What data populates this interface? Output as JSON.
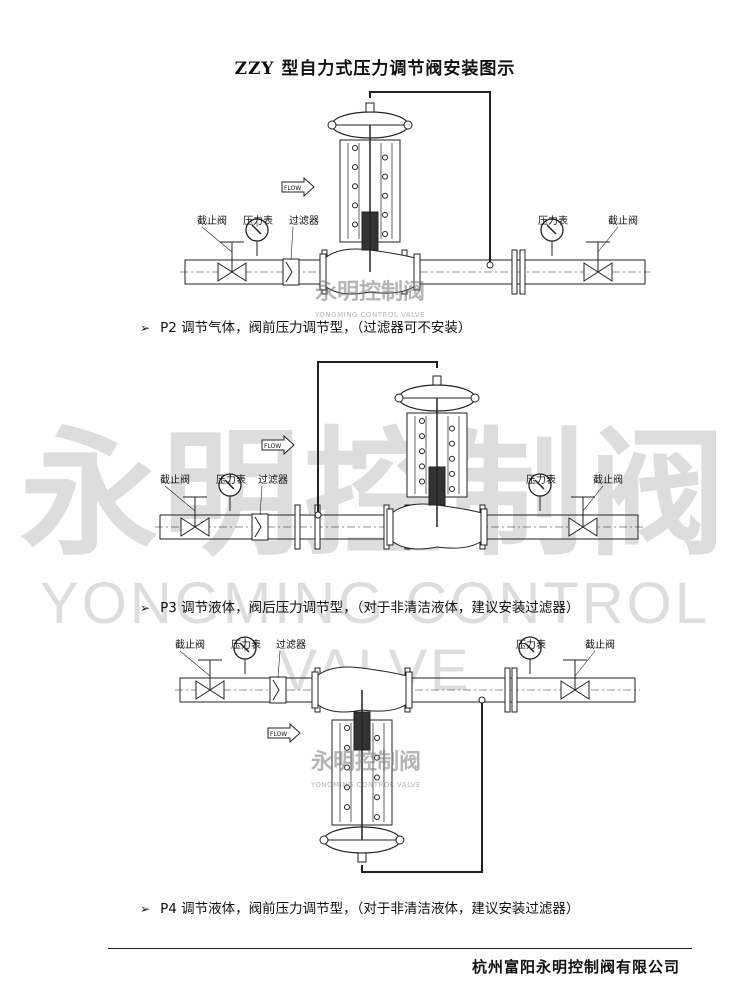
{
  "title": "ZZY 型自力式压力调节阀安装图示",
  "labels": {
    "shutoff_valve": "截止阀",
    "pressure_gauge": "压力表",
    "filter": "过滤器",
    "flow": "FLOW"
  },
  "captions": [
    {
      "bullet": "➢",
      "text": "P2 调节气体，阀前压力调节型，（过滤器可不安装）"
    },
    {
      "bullet": "➢",
      "text": "P3 调节液体，阀后压力调节型，（对于非清洁液体，建议安装过滤器）"
    },
    {
      "bullet": "➢",
      "text": "P4 调节液体，阀前压力调节型，（对于非清洁液体，建议安装过滤器）"
    }
  ],
  "watermark": {
    "cn": "永明控制阀",
    "en": "YONGMING CONTROL VALVE"
  },
  "company": "杭州富阳永明控制阀有限公司",
  "colors": {
    "line": "#222222",
    "watermark_blue": "#9fc3e0"
  }
}
